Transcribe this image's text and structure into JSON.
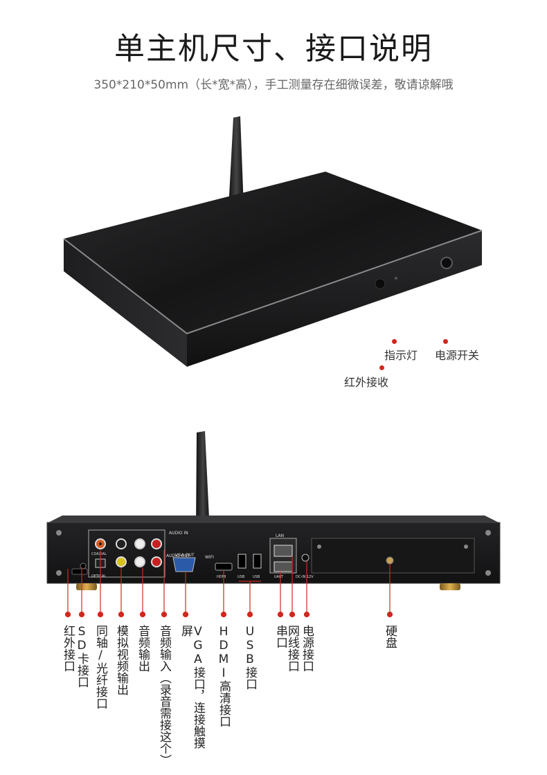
{
  "header": {
    "title": "单主机尺寸、接口说明",
    "subtitle": "350*210*50mm（长*宽*高），手工测量存在细微误差，敬请谅解哦"
  },
  "top_device": {
    "callouts": {
      "indicator": "指示灯",
      "power_switch": "电源开关",
      "ir_receiver": "红外接收"
    }
  },
  "rear_panel": {
    "silkscreen": {
      "audio_in": "AUDIO IN",
      "audio_out": "AUDIO OUT",
      "vga_out": "VGA OUT",
      "wifi": "WIFI",
      "lan": "LAN",
      "coaxial": "COAXIAL",
      "optical": "OPTICAL",
      "hdmi": "HDMI",
      "usb1": "USB",
      "usb2": "USB",
      "uart": "UART",
      "dc": "DC-IN 12V"
    },
    "ports": [
      {
        "id": "ir",
        "label": "红外接口"
      },
      {
        "id": "sd",
        "label": "SD卡接口"
      },
      {
        "id": "coax",
        "label": "同轴/光纤接口"
      },
      {
        "id": "av",
        "label": "模拟视频输出"
      },
      {
        "id": "aout",
        "label": "音频输出"
      },
      {
        "id": "ain",
        "label": "音频输入（录音需接这个）"
      },
      {
        "id": "vga",
        "label": "VGA接口，连接触摸屏"
      },
      {
        "id": "hdmi",
        "label": "HDMI高清接口"
      },
      {
        "id": "usb",
        "label": "USB接口"
      },
      {
        "id": "uart",
        "label": "串口"
      },
      {
        "id": "lan",
        "label": "网线接口"
      },
      {
        "id": "dc",
        "label": "电源接口"
      },
      {
        "id": "hdd",
        "label": "硬盘"
      }
    ]
  },
  "colors": {
    "accent": "#d0281f",
    "device": "#1c1c1e"
  }
}
